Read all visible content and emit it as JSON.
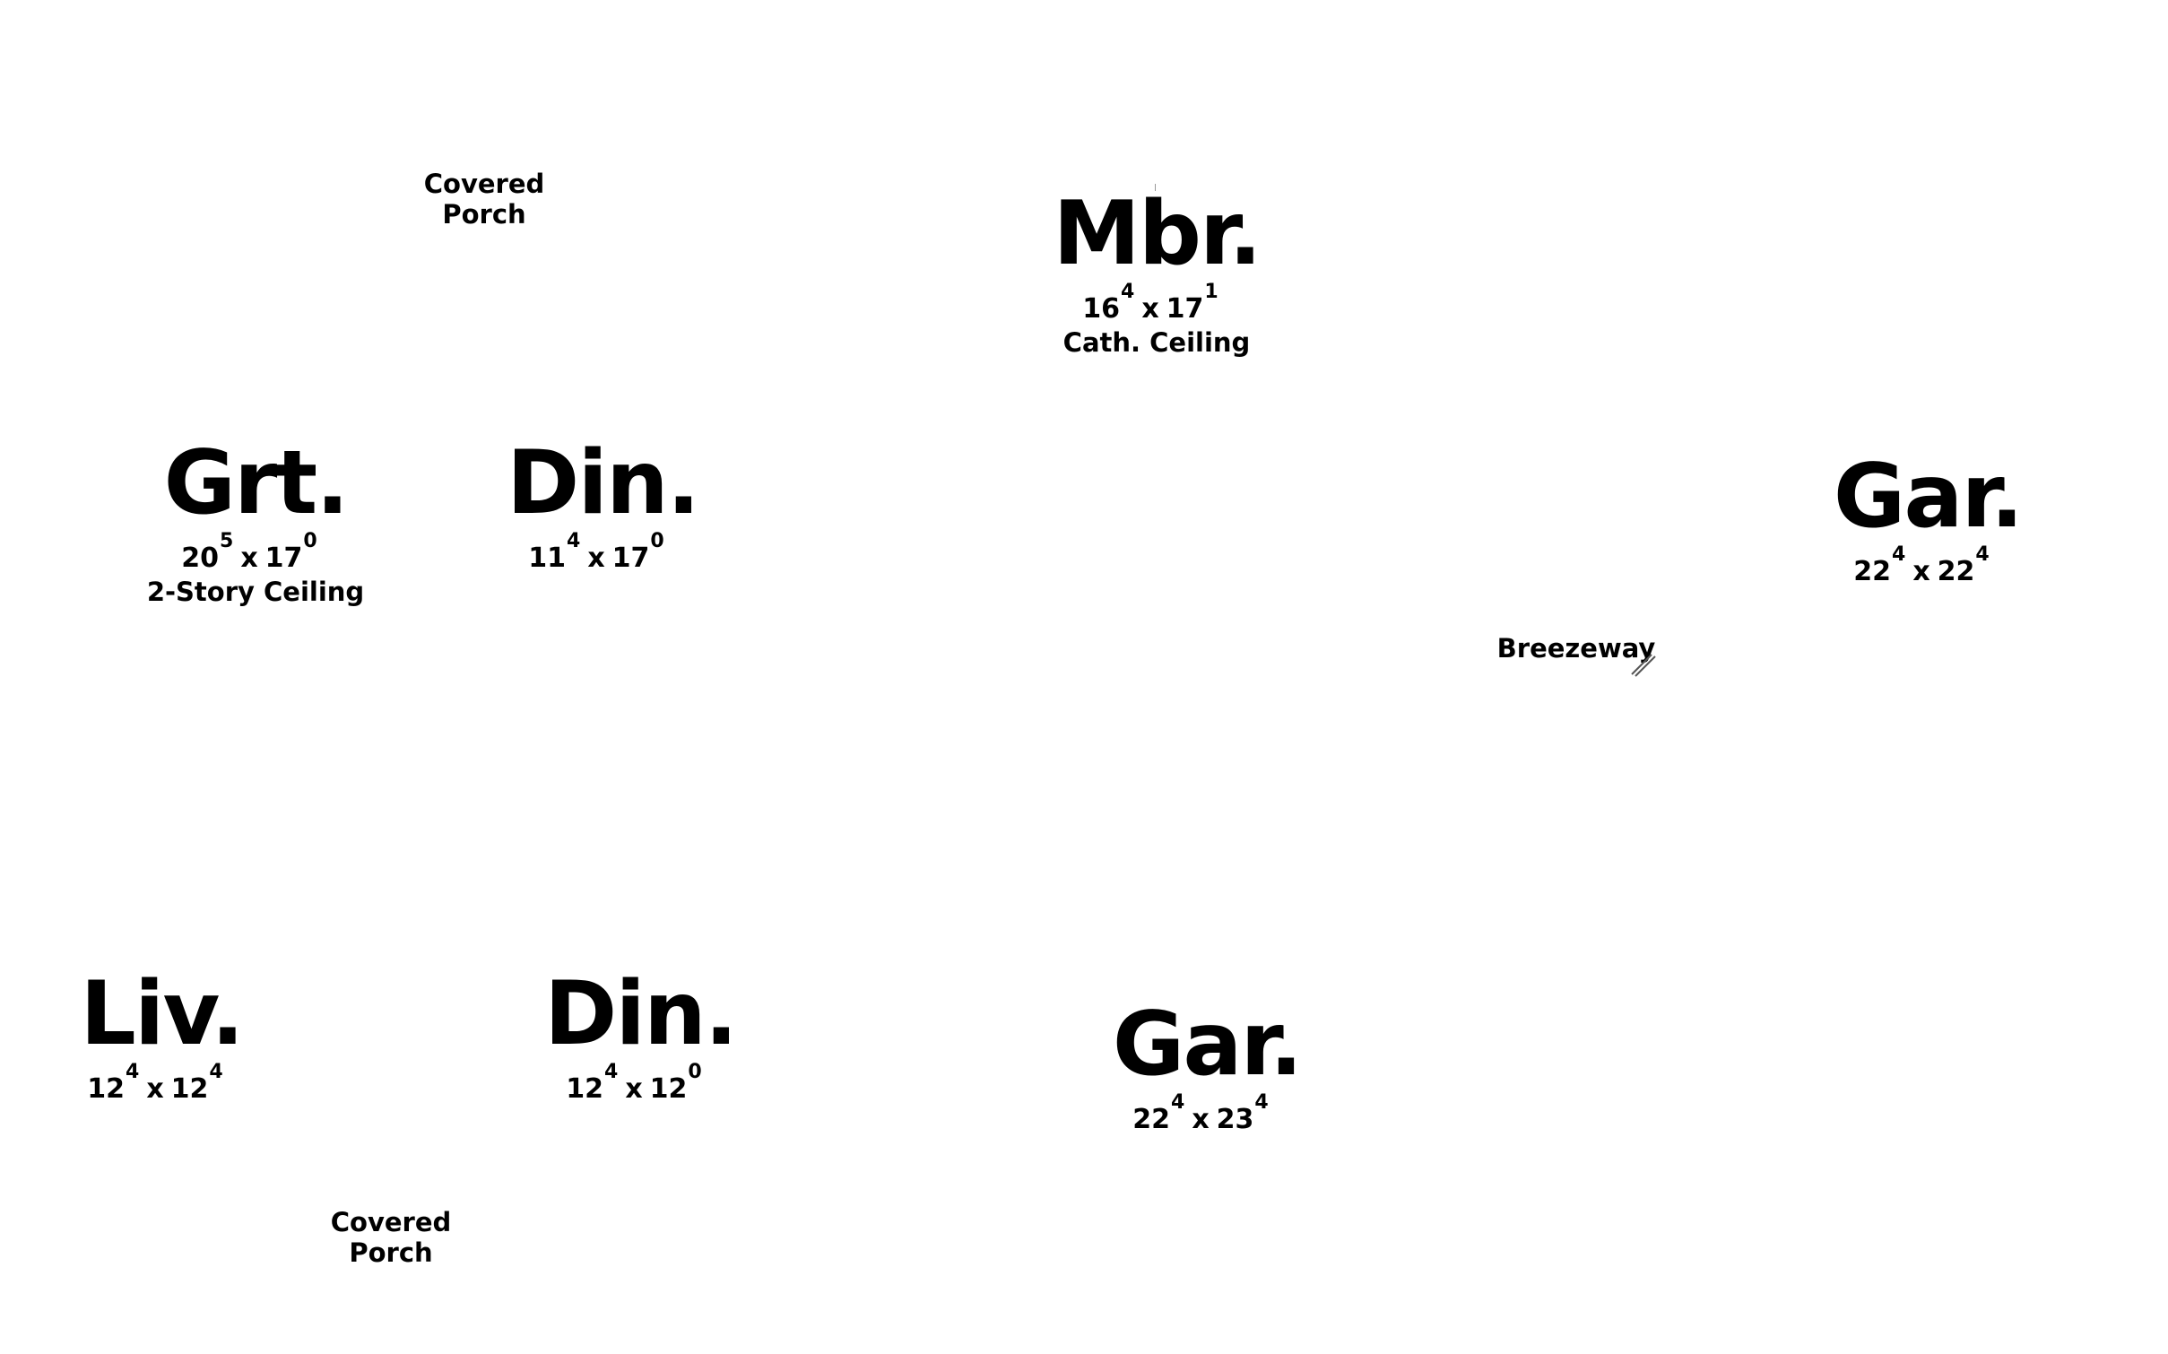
{
  "rooms": {
    "mbr": {
      "name": "Mbr.",
      "w": "16",
      "w_in": "4",
      "d": "17",
      "d_in": "1",
      "note": "Cath. Ceiling"
    },
    "grt": {
      "name": "Grt.",
      "w": "20",
      "w_in": "5",
      "d": "17",
      "d_in": "0",
      "note": "2-Story Ceiling"
    },
    "din_upper": {
      "name": "Din.",
      "w": "11",
      "w_in": "4",
      "d": "17",
      "d_in": "0"
    },
    "gar_right": {
      "name": "Gar.",
      "w": "22",
      "w_in": "4",
      "d": "22",
      "d_in": "4"
    },
    "liv": {
      "name": "Liv.",
      "w": "12",
      "w_in": "4",
      "d": "12",
      "d_in": "4"
    },
    "din_lower": {
      "name": "Din.",
      "w": "12",
      "w_in": "4",
      "d": "12",
      "d_in": "0"
    },
    "gar_bottom": {
      "name": "Gar.",
      "w": "22",
      "w_in": "4",
      "d": "23",
      "d_in": "4"
    }
  },
  "labels": {
    "covered_porch_top": [
      "Covered",
      "Porch"
    ],
    "covered_porch_bottom": [
      "Covered",
      "Porch"
    ],
    "breezeway": "Breezeway"
  },
  "dimension_separator": "x"
}
